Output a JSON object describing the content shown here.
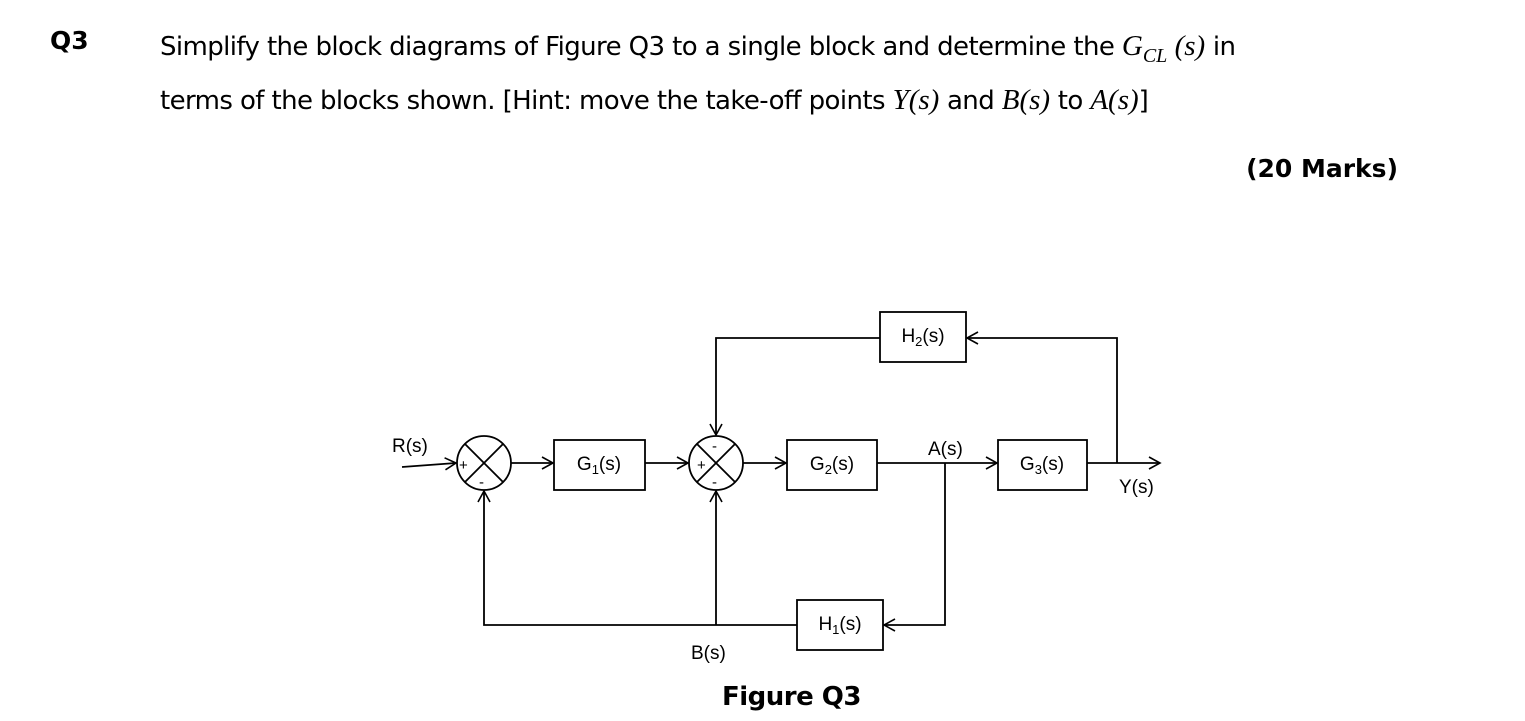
{
  "question": {
    "number": "Q3",
    "line1_a": "Simplify the block diagrams of Figure Q3 to a single block and determine the ",
    "gcl_main": "G",
    "gcl_sub": "CL",
    "gcl_arg": "(s)",
    "line1_b": " in",
    "line2_a": "terms of the blocks shown. [Hint: move the take-off points ",
    "y_sym": "Y(s)",
    "line2_b": " and ",
    "b_sym": "B(s)",
    "line2_c": " to ",
    "a_sym": "A(s)",
    "line2_d": "]",
    "marks": "(20 Marks)"
  },
  "diagram": {
    "input_label": "R(s)",
    "output_label": "Y(s)",
    "takeoff_a": "A(s)",
    "takeoff_b": "B(s)",
    "blocks": {
      "g1": {
        "main": "G",
        "sub": "1",
        "arg": "(s)"
      },
      "g2": {
        "main": "G",
        "sub": "2",
        "arg": "(s)"
      },
      "g3": {
        "main": "G",
        "sub": "3",
        "arg": "(s)"
      },
      "h1": {
        "main": "H",
        "sub": "1",
        "arg": "(s)"
      },
      "h2": {
        "main": "H",
        "sub": "2",
        "arg": "(s)"
      }
    },
    "sum1_signs": {
      "left": "+",
      "bottom": "-"
    },
    "sum2_signs": {
      "top": "-",
      "left": "+",
      "bottom": "-"
    },
    "caption": "Figure Q3"
  }
}
